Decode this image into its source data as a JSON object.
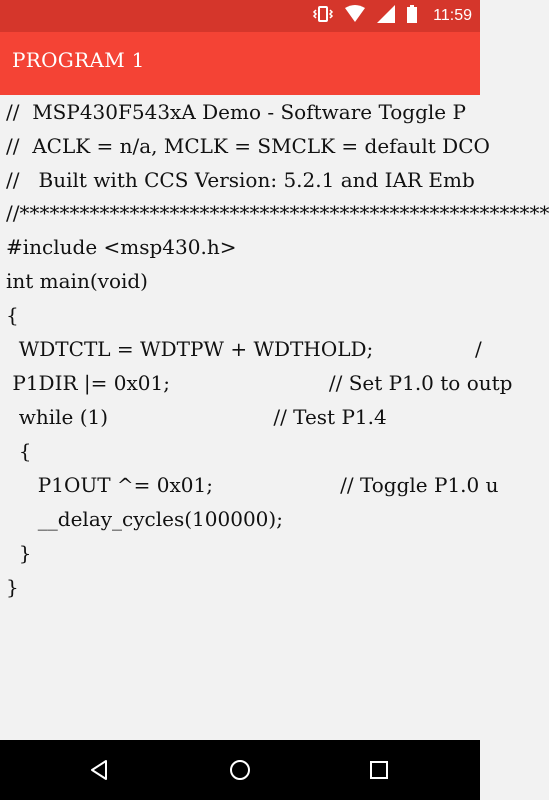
{
  "status_bar": {
    "time": "11:59"
  },
  "app_bar": {
    "title": "PROGRAM 1"
  },
  "code": {
    "lines": [
      "//  MSP430F543xA Demo - Software Toggle P",
      "//  ACLK = n/a, MCLK = SMCLK = default DCO",
      "//   Built with CCS Version: 5.2.1 and IAR Emb",
      "//*****************************************************",
      "#include <msp430.h>",
      "int main(void)",
      "{",
      "  WDTCTL = WDTPW + WDTHOLD;                /",
      " P1DIR |= 0x01;                         // Set P1.0 to outp",
      "  while (1)                          // Test P1.4",
      "  {",
      "     P1OUT ^= 0x01;                    // Toggle P1.0 u",
      "     __delay_cycles(100000);",
      "  }",
      "}"
    ]
  },
  "nav_bar": {
    "icons": [
      "back-icon",
      "home-icon",
      "recents-icon"
    ]
  }
}
